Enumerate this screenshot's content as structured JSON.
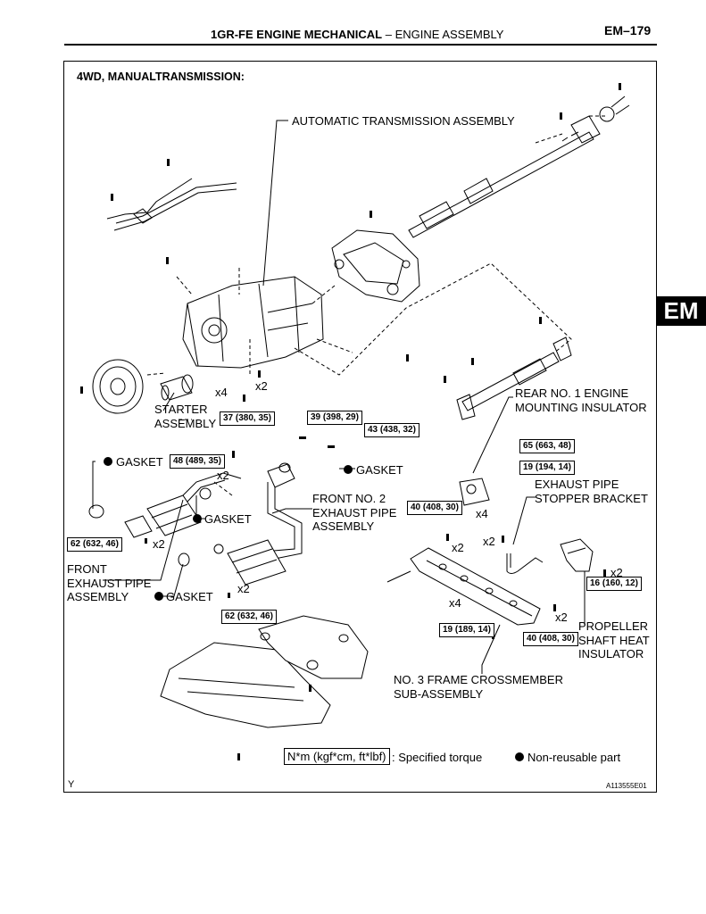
{
  "header": {
    "title_bold": "1GR-FE ENGINE MECHANICAL",
    "title_rest": "– ENGINE ASSEMBLY",
    "page_code": "EM–179",
    "side_tab": "EM"
  },
  "section_title": "4WD, MANUALTRANSMISSION:",
  "labels": {
    "auto_trans": "AUTOMATIC TRANSMISSION ASSEMBLY",
    "starter": "STARTER\nASSEMBLY",
    "rear_mount": "REAR NO. 1 ENGINE\nMOUNTING INSULATOR",
    "exhaust_stopper": "EXHAUST PIPE\nSTOPPER BRACKET",
    "front_no2": "FRONT NO. 2\nEXHAUST PIPE\nASSEMBLY",
    "front_exhaust": "FRONT\nEXHAUST PIPE\nASSEMBLY",
    "propeller_heat": "PROPELLER\nSHAFT HEAT\nINSULATOR",
    "frame_crossmember": "NO. 3 FRAME CROSSMEMBER\nSUB-ASSEMBLY",
    "gasket": "GASKET"
  },
  "multipliers": {
    "x4": "x4",
    "x2": "x2"
  },
  "torques": {
    "t37": "37 (380, 35)",
    "t39": "39 (398, 29)",
    "t43": "43 (438, 32)",
    "t48": "48 (489, 35)",
    "t62a": "62 (632, 46)",
    "t62b": "62 (632, 46)",
    "t65": "65 (663, 48)",
    "t19a": "19 (194, 14)",
    "t40a": "40 (408, 30)",
    "t40b": "40 (408, 30)",
    "t19b": "19 (189, 14)",
    "t16": "16 (160, 12)"
  },
  "legend": {
    "torque_box": "N*m (kgf*cm, ft*lbf)",
    "torque_text": ": Specified torque",
    "nonreusable_text": "Non-reusable part"
  },
  "footer": {
    "left_mark": "Y",
    "figure_id": "A113555E01"
  }
}
